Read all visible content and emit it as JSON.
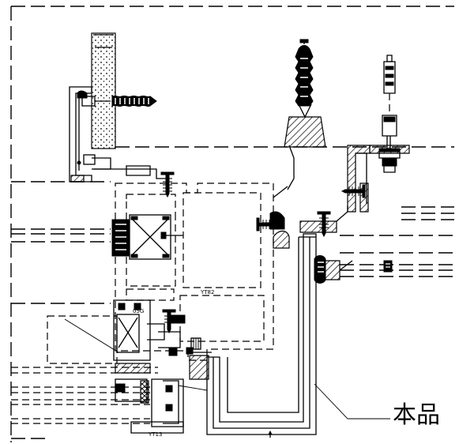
{
  "labels": {
    "callout": "本品",
    "profile_a": "YT82",
    "profile_b": "05G",
    "profile_c": "YT13"
  },
  "colors": {
    "line": "#000000",
    "background": "#ffffff"
  }
}
